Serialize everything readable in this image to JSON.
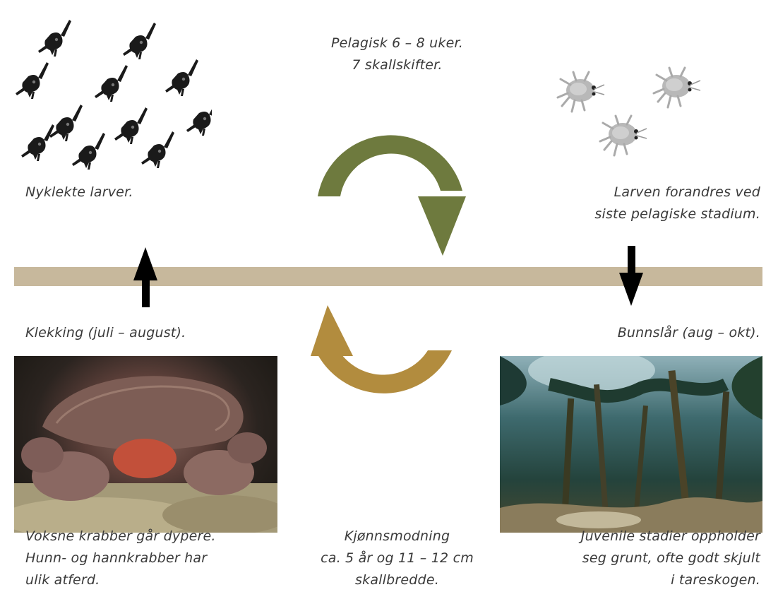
{
  "labels": {
    "pelagic": [
      "Pelagisk 6 – 8 uker.",
      "7 skallskifter."
    ],
    "hatched_larvae": [
      "Nyklekte larver."
    ],
    "larva_changes": [
      "Larven forandres ved",
      "siste pelagiske stadium."
    ],
    "hatching": [
      "Klekking (juli – august)."
    ],
    "settlement": [
      "Bunnslår (aug – okt)."
    ],
    "adults": [
      "Voksne krabber går dypere.",
      "Hunn- og hannkrabber har",
      "ulik atferd."
    ],
    "maturity": [
      "Kjønnsmodning",
      "ca. 5 år og 11 – 12 cm",
      "skallbredde."
    ],
    "juvenile": [
      "Juvenile stadier oppholder",
      "seg grunt, ofte godt skjult",
      "i tareskogen."
    ]
  },
  "colors": {
    "upper_cycle_arrow": "#6e7a3e",
    "lower_cycle_arrow": "#b28c3e",
    "seabed_bar": "#c7b89c",
    "vertical_arrows": "#000000"
  }
}
